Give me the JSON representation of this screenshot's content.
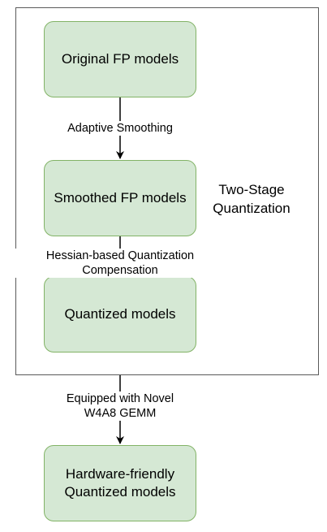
{
  "diagram": {
    "group_label": "Two-Stage\nQuantization",
    "nodes": [
      {
        "id": "original",
        "label": "Original FP models"
      },
      {
        "id": "smoothed",
        "label": "Smoothed FP models"
      },
      {
        "id": "quantized",
        "label": "Quantized models"
      },
      {
        "id": "hardware",
        "label": "Hardware-friendly\nQuantized models"
      }
    ],
    "edges": [
      {
        "from": "original",
        "to": "smoothed",
        "label": "Adaptive Smoothing"
      },
      {
        "from": "smoothed",
        "to": "quantized",
        "label": "Hessian-based Quantization\nCompensation"
      },
      {
        "from": "quantized",
        "to": "hardware",
        "label": "Equipped with Novel\nW4A8 GEMM"
      }
    ],
    "colors": {
      "node_fill": "#d5e8d4",
      "node_stroke": "#82b366",
      "frame_stroke": "#5a5a5a",
      "arrow": "#000000"
    }
  }
}
